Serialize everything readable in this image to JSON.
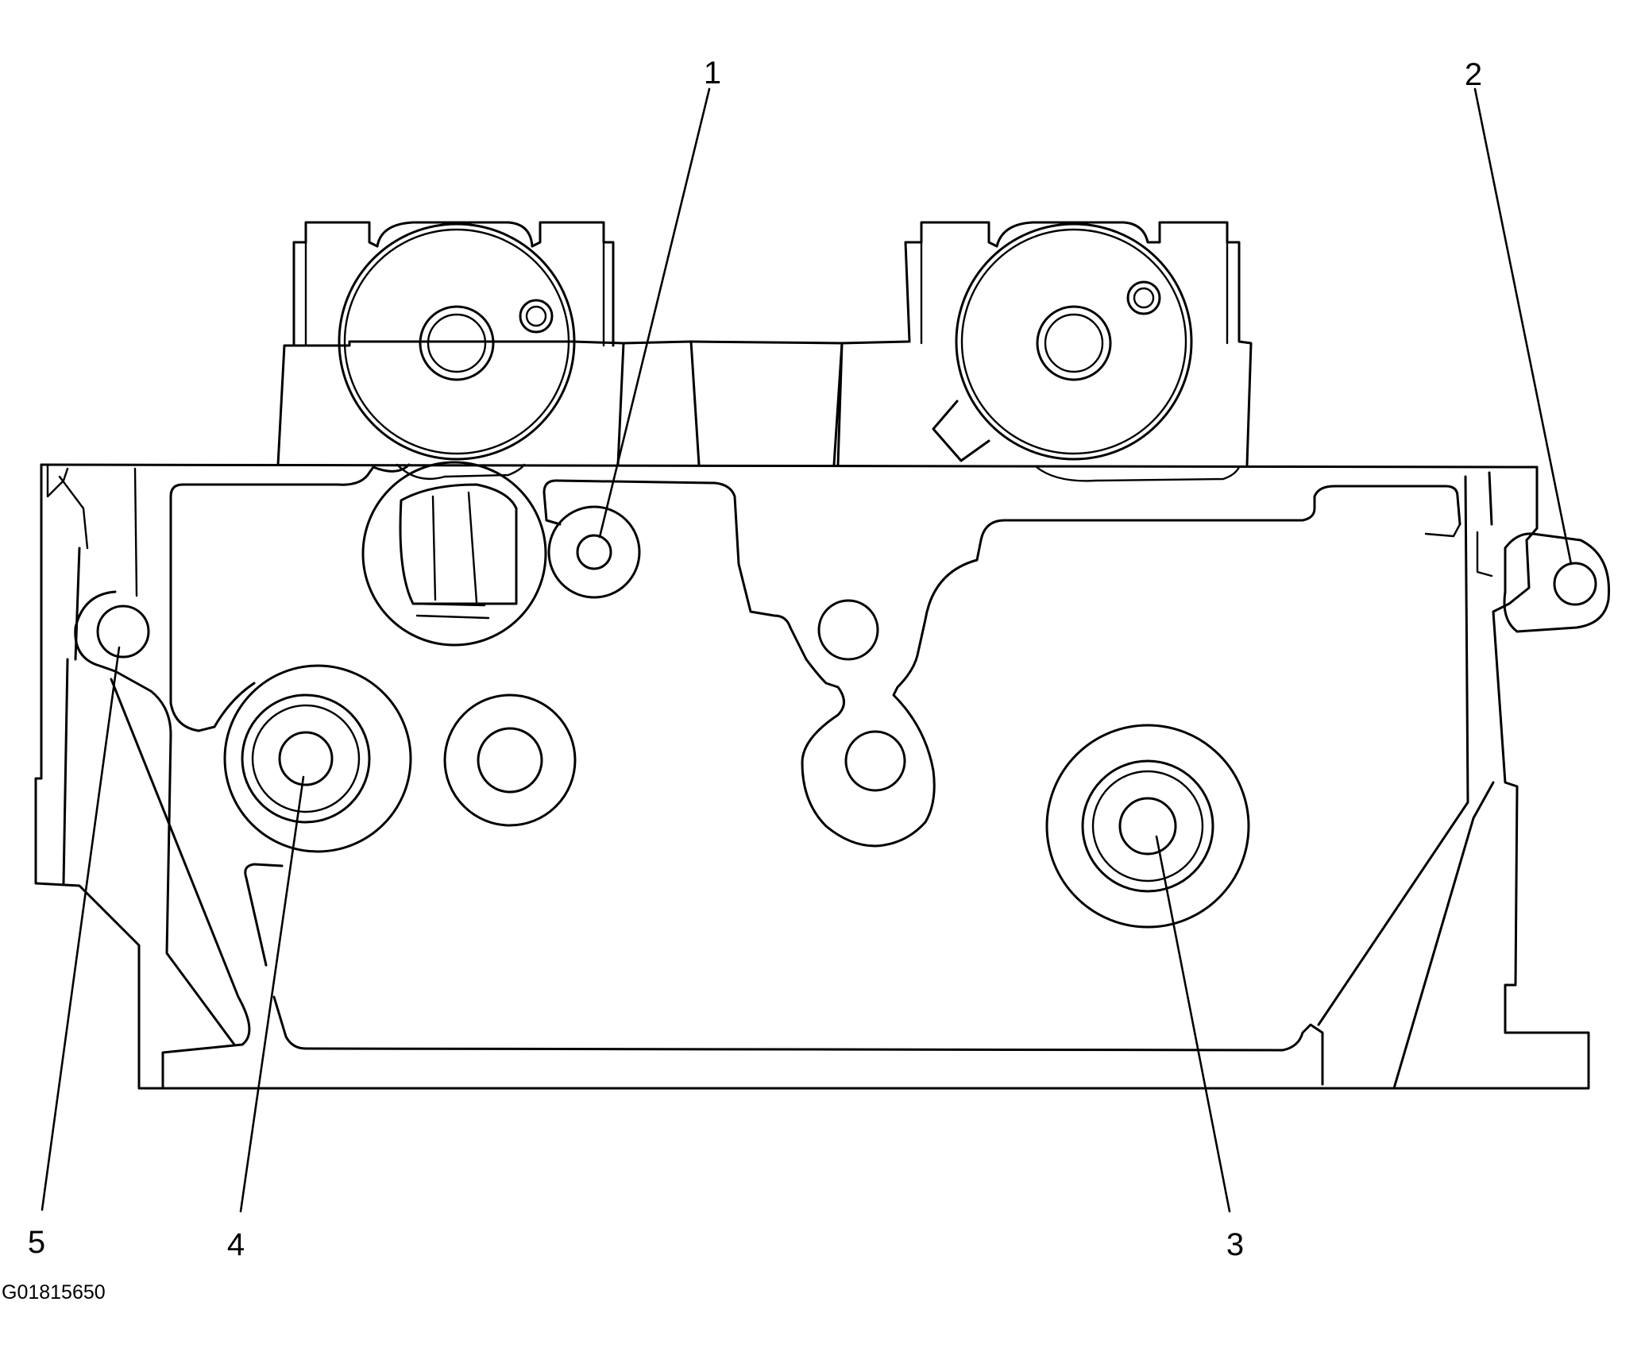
{
  "figure": {
    "id_label": "G01815650",
    "colors": {
      "line": "#000000",
      "background": "#ffffff"
    }
  },
  "callouts": [
    {
      "label": "1"
    },
    {
      "label": "2"
    },
    {
      "label": "3"
    },
    {
      "label": "4"
    },
    {
      "label": "5"
    }
  ]
}
